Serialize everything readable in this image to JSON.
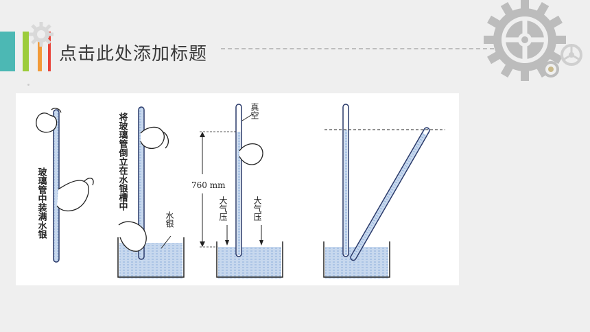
{
  "slide": {
    "title": "点击此处添加标题",
    "accent_colors": [
      "#4cb8b4",
      "#9ccc3a",
      "#f29a38",
      "#e8443a"
    ]
  },
  "diagram": {
    "step1_label": "玻璃管中装满水银",
    "step2_label": "将玻璃管倒立在水银槽中",
    "mercury_label": "水银",
    "vacuum_label": "真空",
    "height_label": "760 mm",
    "pressure_left": "大气压",
    "pressure_right": "大气压"
  }
}
